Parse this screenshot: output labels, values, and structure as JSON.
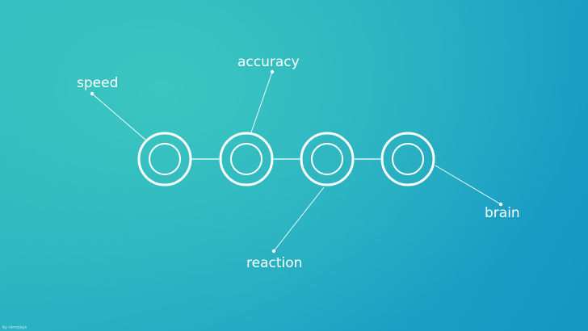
{
  "labels": {
    "speed": "speed",
    "accuracy": "accuracy",
    "reaction": "reaction",
    "brain": "brain"
  },
  "credit": "by nimojays",
  "colors": {
    "background_start": "#2ab7c0",
    "background_end": "#1597c4",
    "line": "#ffffff"
  }
}
